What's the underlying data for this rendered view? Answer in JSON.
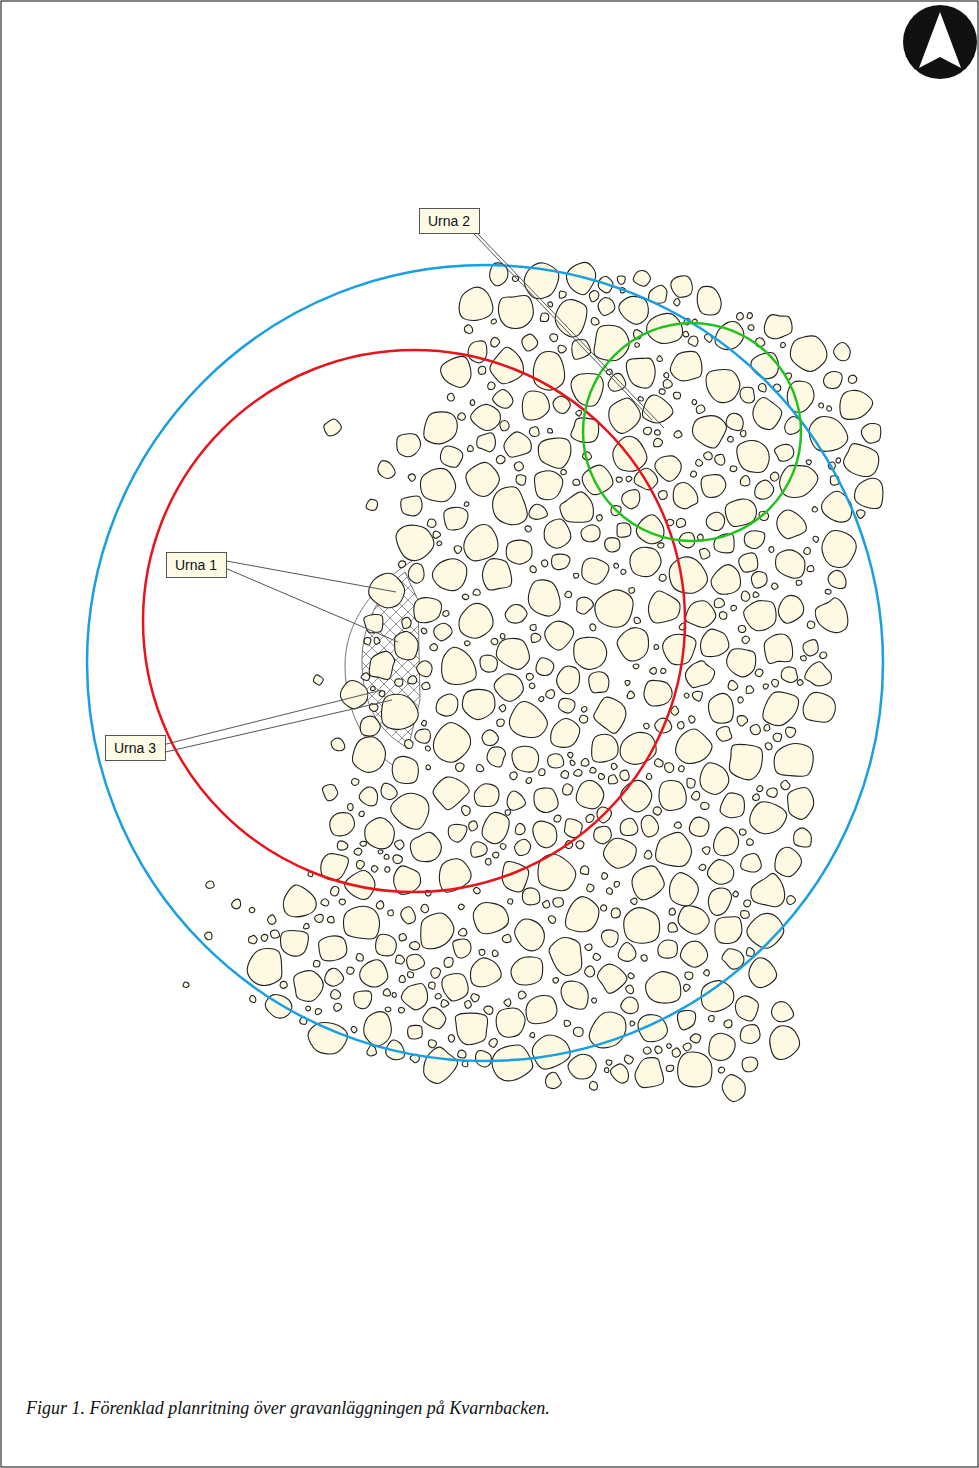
{
  "diagram": {
    "caption": "Figur 1. Förenklad planritning över gravanläggningen på Kvarnbacken.",
    "nodes": [
      {
        "text": [
          "Urna 2"
        ]
      },
      {
        "text": [
          "Urna 1"
        ]
      },
      {
        "text": [
          "Urna 3"
        ]
      }
    ]
  }
}
